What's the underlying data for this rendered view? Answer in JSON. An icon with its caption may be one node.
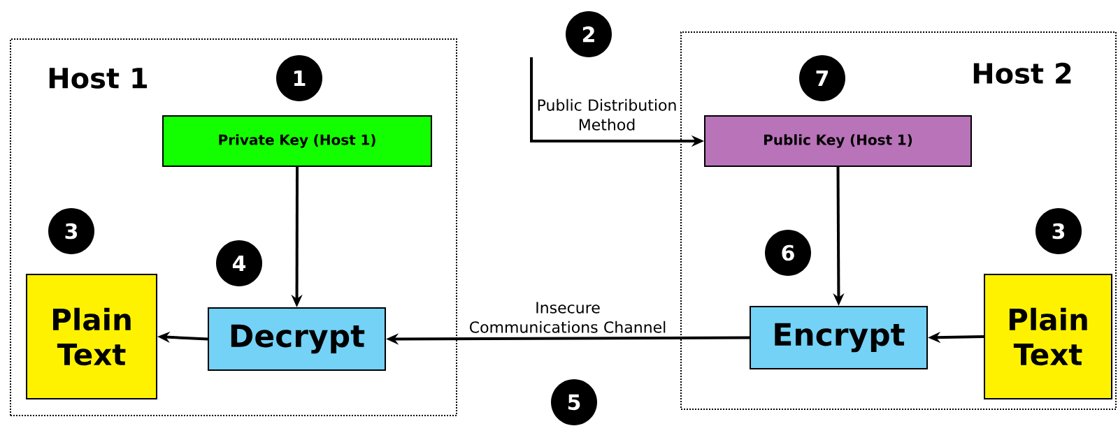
{
  "diagram": {
    "nodes": [
      {
        "text": [
          "Host 1"
        ]
      },
      {
        "text": [
          "Host 2"
        ]
      },
      {
        "text": [
          "Private Key (Host 1)"
        ],
        "in": 0
      },
      {
        "text": [
          "Decrypt"
        ],
        "in": 0
      },
      {
        "text": [
          "Plain Text"
        ],
        "in": 0
      },
      {
        "text": [
          "Public Key (Host 1)"
        ],
        "in": 1
      },
      {
        "text": [
          "Encrypt"
        ],
        "in": 1
      },
      {
        "text": [
          "Plain Text"
        ],
        "in": 1
      }
    ],
    "edges": [
      {
        "from": null,
        "to": 5,
        "arrow": "to",
        "label": "Public Distribution Method"
      },
      {
        "from": 2,
        "to": 3,
        "arrow": "to"
      },
      {
        "from": 3,
        "to": 4,
        "arrow": "to"
      },
      {
        "from": 5,
        "to": 6,
        "arrow": "to"
      },
      {
        "from": 6,
        "to": 3,
        "arrow": "to",
        "label": "Insecure Communications Channel"
      },
      {
        "from": 7,
        "to": 6,
        "arrow": "to"
      }
    ],
    "labels": [
      "2",
      "1",
      "7",
      "3",
      "3",
      "6",
      "4",
      "5"
    ]
  }
}
